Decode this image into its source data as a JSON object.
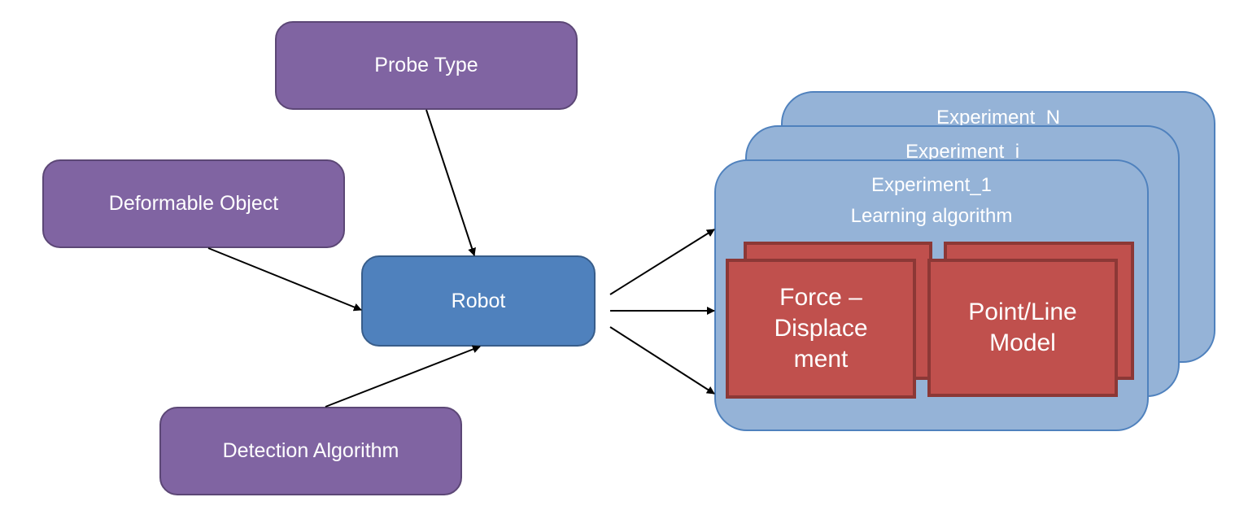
{
  "nodes": {
    "probe_type": "Probe Type",
    "deformable_object": "Deformable Object",
    "robot": "Robot",
    "detection_algorithm": "Detection Algorithm"
  },
  "experiments": {
    "n_label": "Experiment_N",
    "i_label": "Experiment_i",
    "first_label": "Experiment_1\nLearning algorithm",
    "force_box": "Force –\nDisplace\nment",
    "model_box": "Point/Line\nModel"
  },
  "colors": {
    "input_node": "#8064a2",
    "robot_node": "#4f81bd",
    "experiment_card": "#95b3d7",
    "component_box": "#c0504d"
  }
}
